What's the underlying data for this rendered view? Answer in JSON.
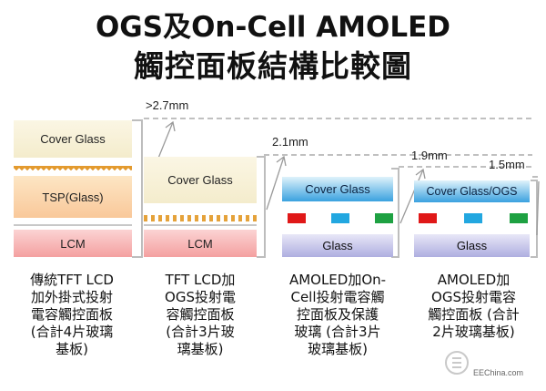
{
  "title": {
    "line1": "OGS及On-Cell AMOLED",
    "line2": "觸控面板結構比較圖"
  },
  "thickness": {
    "col1": ">2.7mm",
    "col2": "2.1mm",
    "col3": "1.9mm",
    "col4": "1.5mm"
  },
  "stacks": {
    "col1": {
      "cover": "Cover Glass",
      "tsp": "TSP(Glass)",
      "lcm": "LCM"
    },
    "col2": {
      "cover": "Cover  Glass",
      "lcm": "LCM"
    },
    "col3": {
      "cover": "Cover Glass",
      "glass": "Glass"
    },
    "col4": {
      "cover": "Cover Glass/OGS",
      "glass": "Glass"
    }
  },
  "captions": {
    "col1": [
      "傳統TFT LCD",
      "加外掛式投射",
      "電容觸控面板",
      "(合計4片玻璃",
      "基板)"
    ],
    "col2": [
      "TFT LCD加",
      "OGS投射電",
      "容觸控面板",
      "(合計3片玻",
      "璃基板)"
    ],
    "col3": [
      "AMOLED加On-",
      "Cell投射電容觸",
      "控面板及保護",
      "玻璃 (合計3片",
      "玻璃基板)"
    ],
    "col4": [
      "AMOLED加",
      "OGS投射電容",
      "觸控面板 (合計",
      "2片玻璃基板)"
    ]
  },
  "watermark": {
    "text": "EEChina.com"
  },
  "colors": {
    "dash": "#999999",
    "arrow": "#9a9a9a",
    "bracket": "#bdbdbd",
    "blue_cover": "#3aa1df"
  }
}
